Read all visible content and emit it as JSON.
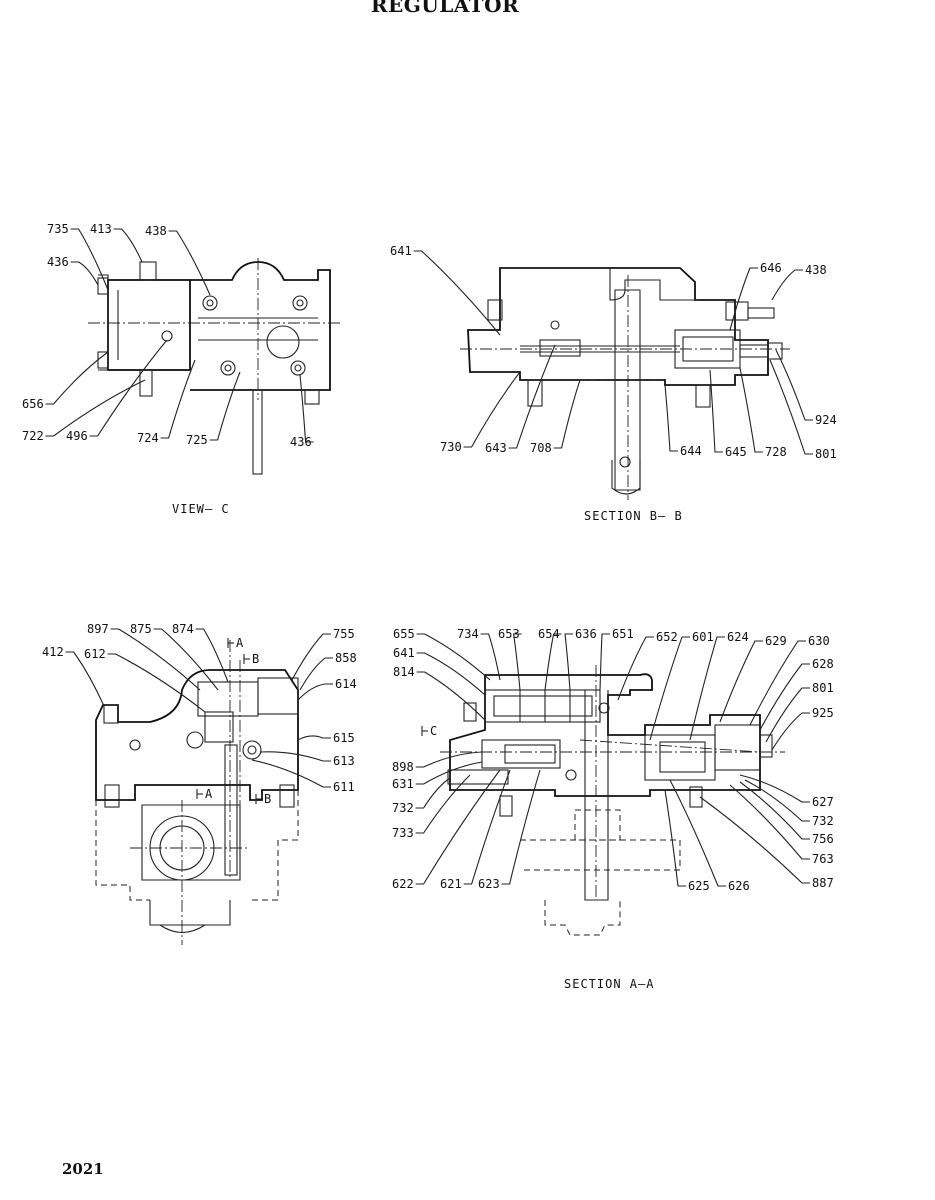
{
  "title": "REGULATOR",
  "page_number": "2021",
  "views": [
    {
      "id": "view-c",
      "caption": "VIEW— C",
      "labels": [
        "735",
        "413",
        "438",
        "436",
        "656",
        "722",
        "496",
        "724",
        "725",
        "436"
      ]
    },
    {
      "id": "section-b-b",
      "caption": "SECTION  B— B",
      "labels": [
        "641",
        "646",
        "438",
        "924",
        "801",
        "728",
        "645",
        "644",
        "708",
        "643",
        "730"
      ]
    },
    {
      "id": "detail-left",
      "caption": "",
      "labels": [
        "897",
        "875",
        "874",
        "755",
        "858",
        "614",
        "412",
        "612",
        "615",
        "613",
        "611"
      ],
      "section_marks": [
        "A",
        "B",
        "A",
        "B"
      ]
    },
    {
      "id": "section-a-a",
      "caption": "SECTION  A—A",
      "labels": [
        "655",
        "734",
        "653",
        "654",
        "636",
        "651",
        "652",
        "601",
        "624",
        "629",
        "630",
        "641",
        "628",
        "814",
        "801",
        "925",
        "898",
        "631",
        "732",
        "733",
        "627",
        "732",
        "756",
        "763",
        "887",
        "622",
        "621",
        "623",
        "625",
        "626"
      ],
      "section_marks": [
        "C"
      ]
    }
  ]
}
